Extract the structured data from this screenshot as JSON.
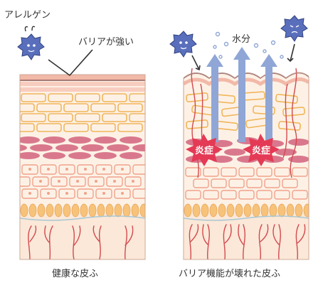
{
  "labels": {
    "allergen": "アレルゲン",
    "barrier_strong": "バリアが強い",
    "moisture": "水分",
    "inflammation": "炎症",
    "healthy_caption": "健康な皮ふ",
    "damaged_caption": "バリア機能が壊れた皮ふ"
  },
  "icons": {
    "allergen_icon": "spiky-germ-icon",
    "inflammation_icon": "starburst-icon"
  },
  "colors": {
    "cornified_layer": "#f2b9a8",
    "granular_cells": "#d9788d",
    "spinous_cells": "#f0a28a",
    "basal_cells": "#f7c37a",
    "dermis": "#fbe8d8",
    "blood_vessel": "#d24a50",
    "allergen": "#5a6fbc",
    "moisture_arrow": "#8fa6d6",
    "inflammation": "#e43a55"
  }
}
